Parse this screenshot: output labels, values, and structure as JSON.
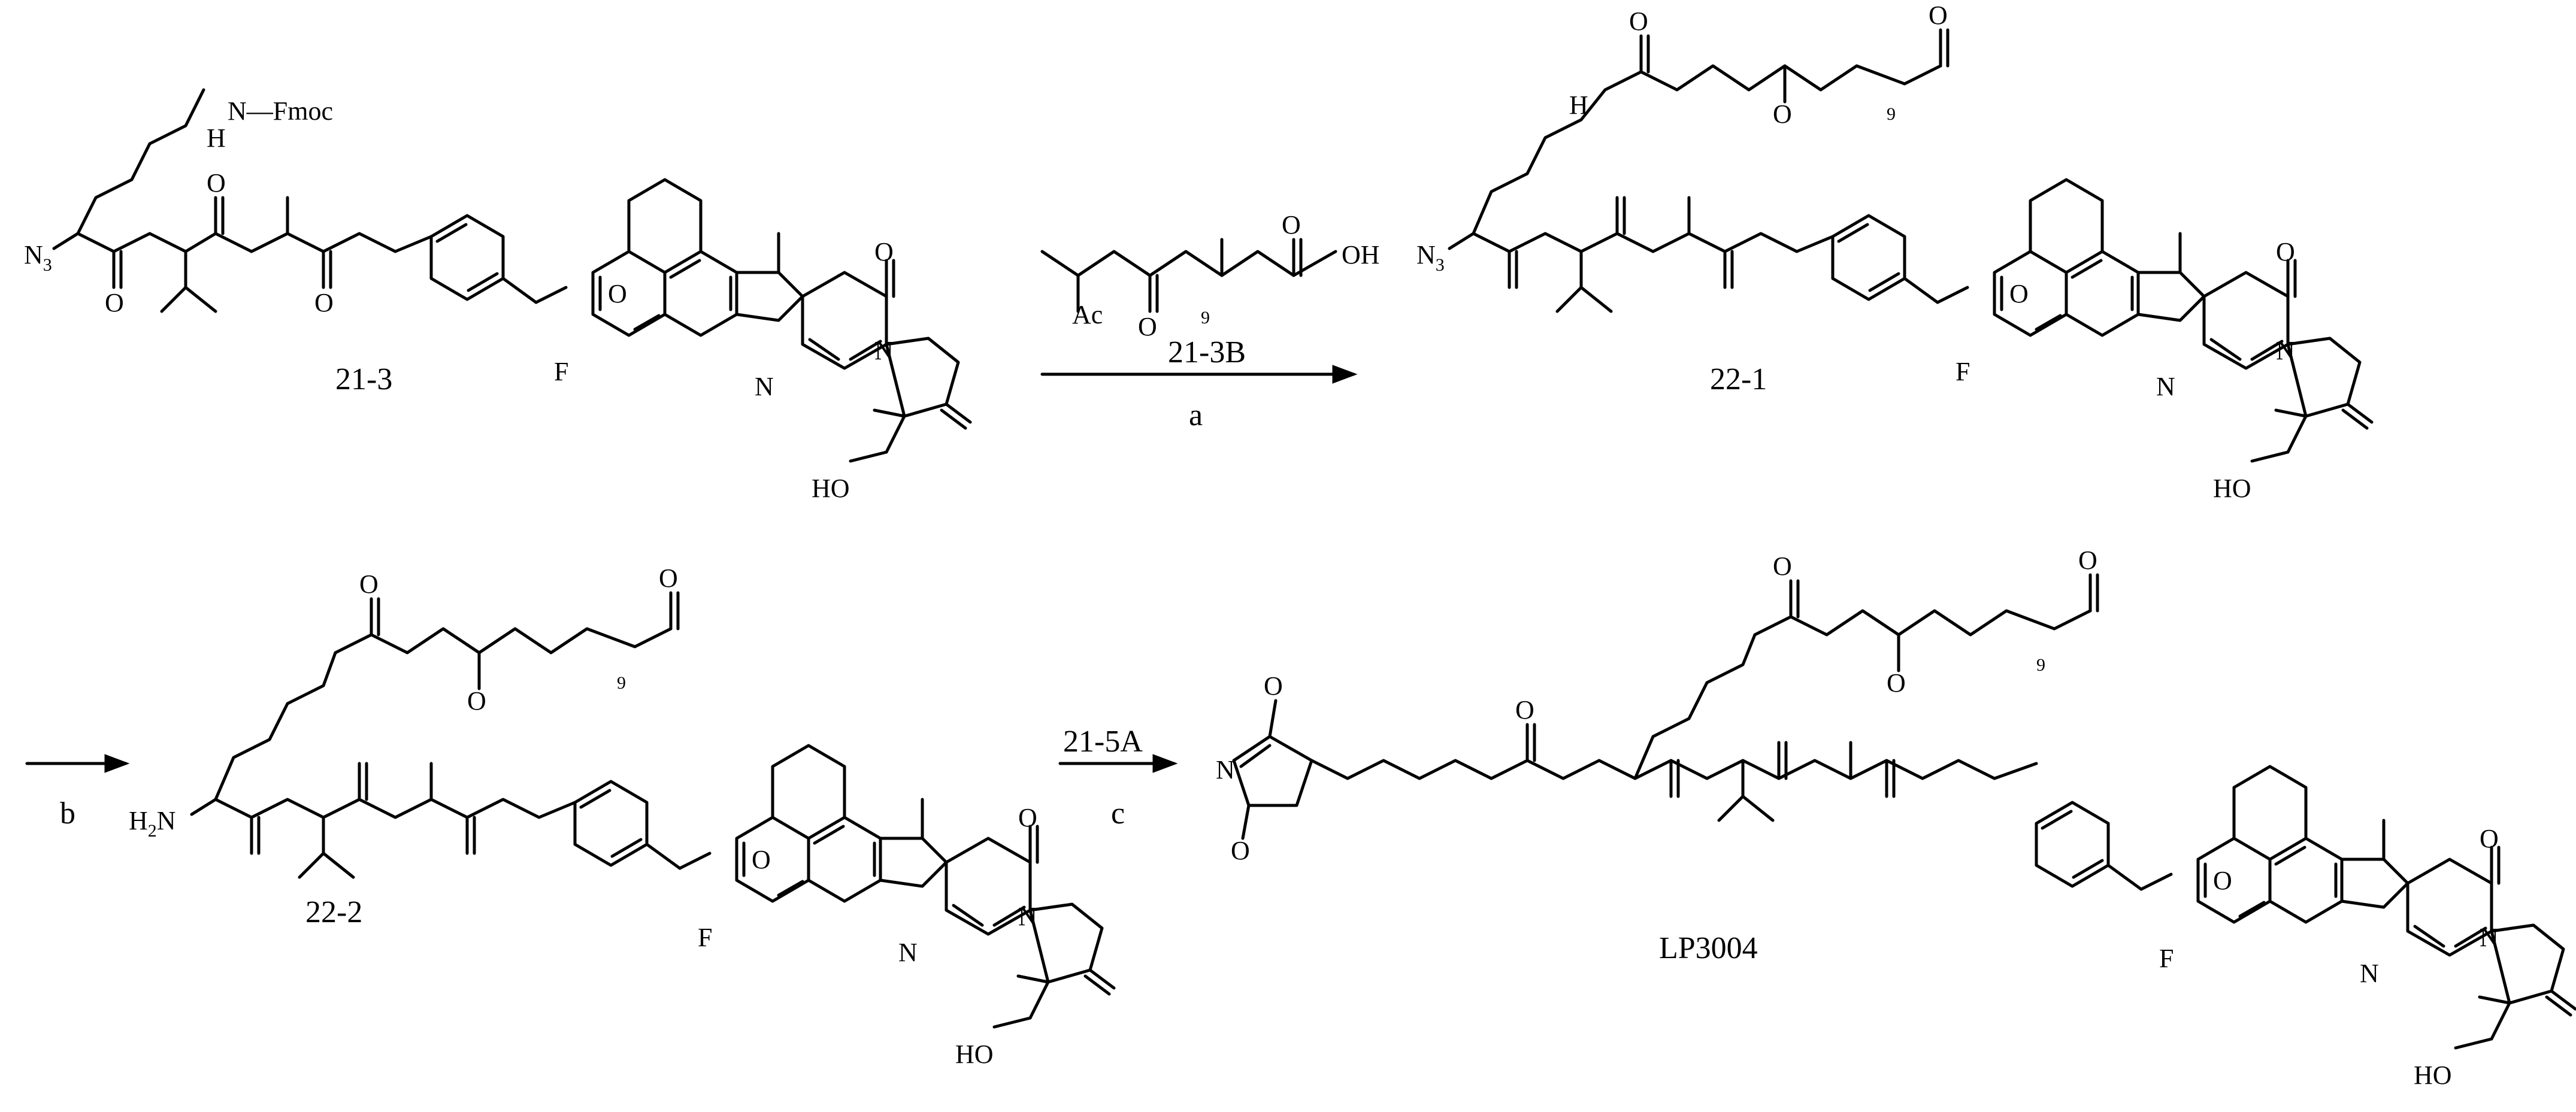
{
  "colors": {
    "ink": "#000000",
    "background": "#ffffff"
  },
  "compounds": {
    "c21_3": "21-3",
    "c22_1": "22-1",
    "c22_2": "22-2",
    "lp3004": "LP3004"
  },
  "reagents": {
    "r21_3B": "21-3B",
    "step_a": "a",
    "step_b": "b",
    "r21_5A": "21-5A",
    "step_c": "c"
  },
  "atoms": {
    "fmoc": "Fmoc",
    "N": "N",
    "H": "H",
    "O": "O",
    "F": "F",
    "HO": "HO",
    "OH": "OH",
    "N3": "N",
    "N3_sub": "3",
    "H2N": "H",
    "H2N_sub": "2",
    "H2N_tail": "N",
    "Ac": "Ac",
    "repeat": "9"
  }
}
